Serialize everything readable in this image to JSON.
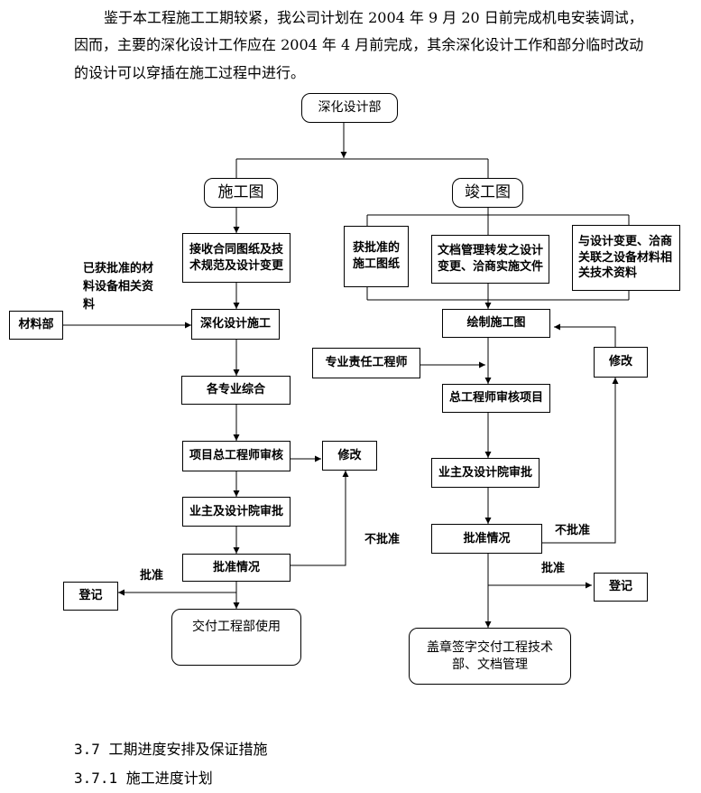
{
  "intro": {
    "line1": "鉴于本工程施工工期较紧，我公司计划在 2004 年 9 月 20 日前完成机电安装调试，",
    "line2": "因而，主要的深化设计工作应在 2004 年 4 月前完成，其余深化设计工作和部分临时改动",
    "line3": "的设计可以穿插在施工过程中进行。"
  },
  "flow": {
    "top": "深化设计部",
    "left": {
      "branch": "施工图",
      "receive": "接收合同图纸及技术规范及设计变更",
      "approved_materials_note": "已获批准的材料设备相关资料",
      "materials_dept": "材料部",
      "deep_design": "深化设计施工",
      "integration": "各专业综合",
      "chief_review": "项目总工程师审核",
      "revise": "修改",
      "owner_approval": "业主及设计院审批",
      "approval_status": "批准情况",
      "not_approved": "不批准",
      "approved": "批准",
      "register": "登记",
      "deliver": "交付工程部使用"
    },
    "right": {
      "branch": "竣工图",
      "approved_drawings": "获批准的施工图纸",
      "doc_management": "文档管理转发之设计变更、洽商实施文件",
      "related_info": "与设计变更、洽商关联之设备材料相关技术资料",
      "draw": "绘制施工图",
      "engineer": "专业责任工程师",
      "revise": "修改",
      "chief_review": "总工程师审核项目",
      "owner_approval": "业主及设计院审批",
      "approval_status": "批准情况",
      "not_approved": "不批准",
      "approved": "批准",
      "register": "登记",
      "stamp": "盖章签字交付工程技术部、文档管理"
    }
  },
  "sections": {
    "s1": "3.7 工期进度安排及保证措施",
    "s2": "3.7.1 施工进度计划"
  }
}
